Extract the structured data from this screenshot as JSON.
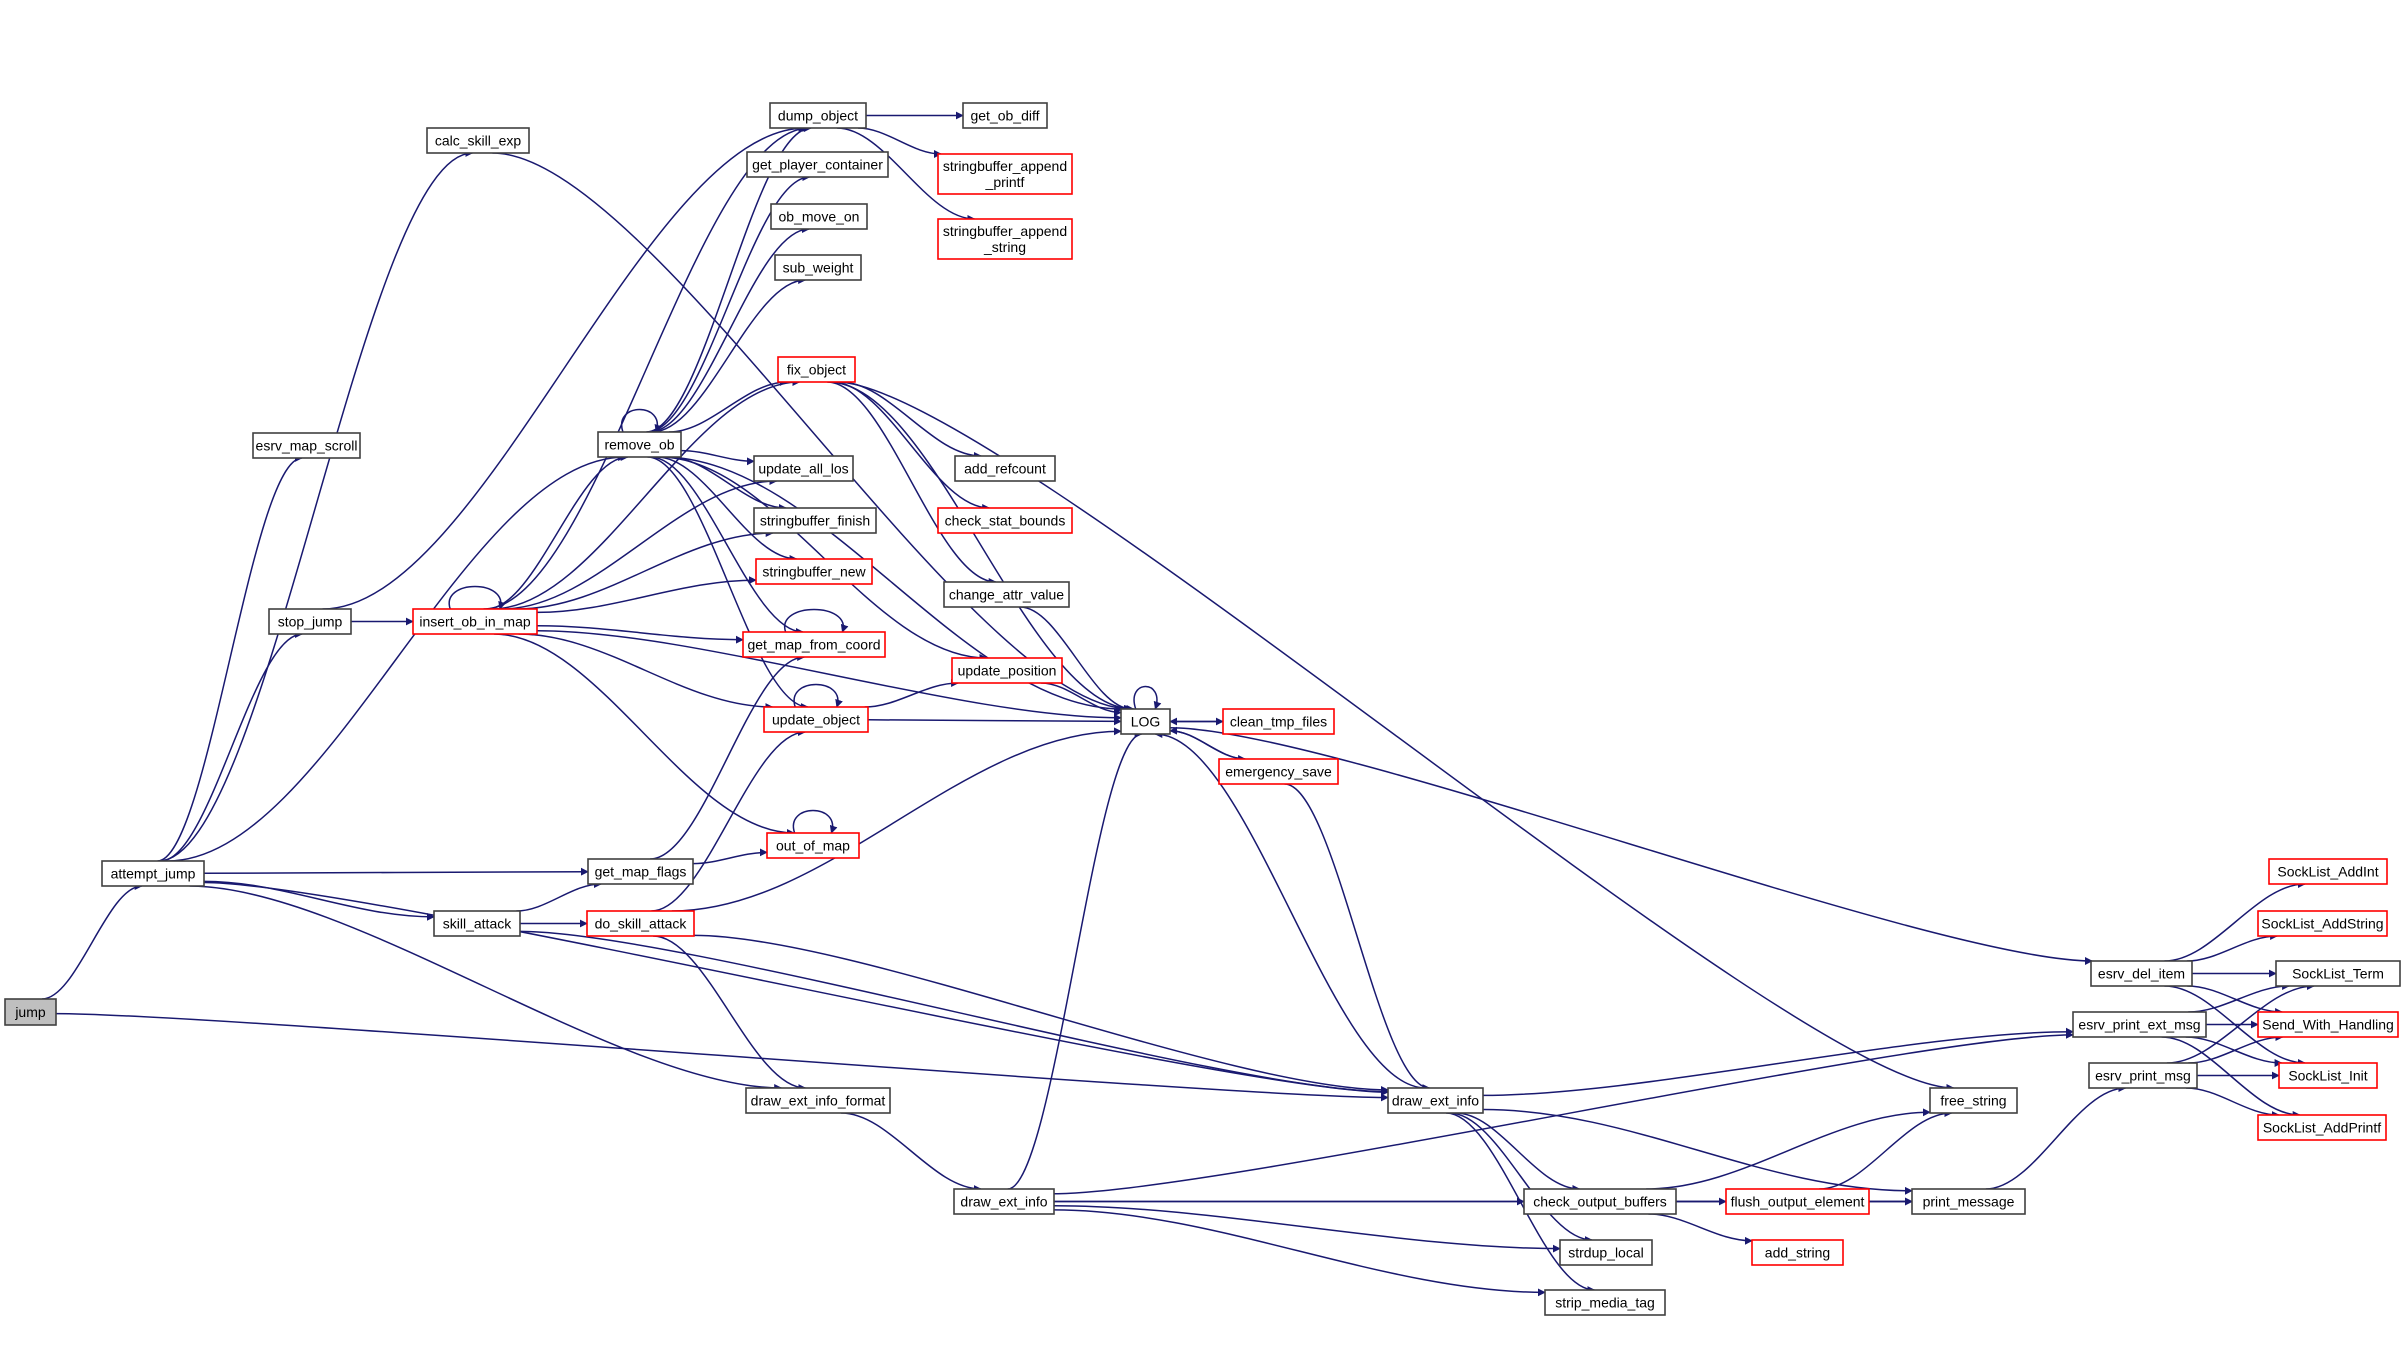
{
  "diagram": {
    "title": "Call graph for jump",
    "colors": {
      "edge": "#191970",
      "node_border_documented": "#404040",
      "node_border_undocumented": "#ff0000",
      "root_fill": "#bfbfbf",
      "node_fill": "#ffffff"
    },
    "nodes": [
      {
        "id": "jump",
        "label": [
          "jump"
        ],
        "kind": "root"
      },
      {
        "id": "attempt_jump",
        "label": [
          "attempt_jump"
        ],
        "kind": "normal"
      },
      {
        "id": "calc_skill_exp",
        "label": [
          "calc_skill_exp"
        ],
        "kind": "normal"
      },
      {
        "id": "esrv_map_scroll",
        "label": [
          "esrv_map_scroll"
        ],
        "kind": "normal"
      },
      {
        "id": "stop_jump",
        "label": [
          "stop_jump"
        ],
        "kind": "normal"
      },
      {
        "id": "insert_ob_in_map",
        "label": [
          "insert_ob_in_map"
        ],
        "kind": "red"
      },
      {
        "id": "remove_ob",
        "label": [
          "remove_ob"
        ],
        "kind": "normal"
      },
      {
        "id": "dump_object",
        "label": [
          "dump_object"
        ],
        "kind": "normal"
      },
      {
        "id": "get_ob_diff",
        "label": [
          "get_ob_diff"
        ],
        "kind": "normal"
      },
      {
        "id": "stringbuffer_append_printf",
        "label": [
          "stringbuffer_append",
          "_printf"
        ],
        "kind": "red"
      },
      {
        "id": "stringbuffer_append_string",
        "label": [
          "stringbuffer_append",
          "_string"
        ],
        "kind": "red"
      },
      {
        "id": "get_player_container",
        "label": [
          "get_player_container"
        ],
        "kind": "normal"
      },
      {
        "id": "ob_move_on",
        "label": [
          "ob_move_on"
        ],
        "kind": "normal"
      },
      {
        "id": "sub_weight",
        "label": [
          "sub_weight"
        ],
        "kind": "normal"
      },
      {
        "id": "fix_object",
        "label": [
          "fix_object"
        ],
        "kind": "red"
      },
      {
        "id": "add_refcount",
        "label": [
          "add_refcount"
        ],
        "kind": "normal"
      },
      {
        "id": "update_all_los",
        "label": [
          "update_all_los"
        ],
        "kind": "normal"
      },
      {
        "id": "check_stat_bounds",
        "label": [
          "check_stat_bounds"
        ],
        "kind": "red"
      },
      {
        "id": "stringbuffer_finish",
        "label": [
          "stringbuffer_finish"
        ],
        "kind": "normal"
      },
      {
        "id": "stringbuffer_new",
        "label": [
          "stringbuffer_new"
        ],
        "kind": "red"
      },
      {
        "id": "change_attr_value",
        "label": [
          "change_attr_value"
        ],
        "kind": "normal"
      },
      {
        "id": "get_map_from_coord",
        "label": [
          "get_map_from_coord"
        ],
        "kind": "red"
      },
      {
        "id": "update_position",
        "label": [
          "update_position"
        ],
        "kind": "red"
      },
      {
        "id": "update_object",
        "label": [
          "update_object"
        ],
        "kind": "red"
      },
      {
        "id": "LOG",
        "label": [
          "LOG"
        ],
        "kind": "normal"
      },
      {
        "id": "clean_tmp_files",
        "label": [
          "clean_tmp_files"
        ],
        "kind": "red"
      },
      {
        "id": "emergency_save",
        "label": [
          "emergency_save"
        ],
        "kind": "red"
      },
      {
        "id": "out_of_map",
        "label": [
          "out_of_map"
        ],
        "kind": "red"
      },
      {
        "id": "get_map_flags",
        "label": [
          "get_map_flags"
        ],
        "kind": "normal"
      },
      {
        "id": "skill_attack",
        "label": [
          "skill_attack"
        ],
        "kind": "normal"
      },
      {
        "id": "do_skill_attack",
        "label": [
          "do_skill_attack"
        ],
        "kind": "red"
      },
      {
        "id": "draw_ext_info_format",
        "label": [
          "draw_ext_info_format"
        ],
        "kind": "normal"
      },
      {
        "id": "draw_ext_info_a",
        "label": [
          "draw_ext_info"
        ],
        "kind": "normal"
      },
      {
        "id": "draw_ext_info_b",
        "label": [
          "draw_ext_info"
        ],
        "kind": "normal"
      },
      {
        "id": "free_string",
        "label": [
          "free_string"
        ],
        "kind": "normal"
      },
      {
        "id": "check_output_buffers",
        "label": [
          "check_output_buffers"
        ],
        "kind": "normal"
      },
      {
        "id": "flush_output_element",
        "label": [
          "flush_output_element"
        ],
        "kind": "red"
      },
      {
        "id": "print_message",
        "label": [
          "print_message"
        ],
        "kind": "normal"
      },
      {
        "id": "strdup_local",
        "label": [
          "strdup_local"
        ],
        "kind": "normal"
      },
      {
        "id": "add_string",
        "label": [
          "add_string"
        ],
        "kind": "red"
      },
      {
        "id": "strip_media_tag",
        "label": [
          "strip_media_tag"
        ],
        "kind": "normal"
      },
      {
        "id": "esrv_del_item",
        "label": [
          "esrv_del_item"
        ],
        "kind": "normal"
      },
      {
        "id": "esrv_print_ext_msg",
        "label": [
          "esrv_print_ext_msg"
        ],
        "kind": "normal"
      },
      {
        "id": "esrv_print_msg",
        "label": [
          "esrv_print_msg"
        ],
        "kind": "normal"
      },
      {
        "id": "SockList_AddInt",
        "label": [
          "SockList_AddInt"
        ],
        "kind": "red"
      },
      {
        "id": "SockList_AddString",
        "label": [
          "SockList_AddString"
        ],
        "kind": "red"
      },
      {
        "id": "SockList_Term",
        "label": [
          "SockList_Term"
        ],
        "kind": "normal"
      },
      {
        "id": "Send_With_Handling",
        "label": [
          "Send_With_Handling"
        ],
        "kind": "red"
      },
      {
        "id": "SockList_Init",
        "label": [
          "SockList_Init"
        ],
        "kind": "red"
      },
      {
        "id": "SockList_AddPrintf",
        "label": [
          "SockList_AddPrintf"
        ],
        "kind": "red"
      }
    ],
    "edges": [
      [
        "jump",
        "attempt_jump"
      ],
      [
        "jump",
        "draw_ext_info_a"
      ],
      [
        "attempt_jump",
        "calc_skill_exp"
      ],
      [
        "attempt_jump",
        "esrv_map_scroll"
      ],
      [
        "attempt_jump",
        "stop_jump"
      ],
      [
        "attempt_jump",
        "remove_ob"
      ],
      [
        "attempt_jump",
        "get_map_flags"
      ],
      [
        "attempt_jump",
        "skill_attack"
      ],
      [
        "attempt_jump",
        "draw_ext_info_format"
      ],
      [
        "attempt_jump",
        "draw_ext_info_a"
      ],
      [
        "calc_skill_exp",
        "LOG"
      ],
      [
        "stop_jump",
        "insert_ob_in_map"
      ],
      [
        "stop_jump",
        "dump_object"
      ],
      [
        "insert_ob_in_map",
        "insert_ob_in_map"
      ],
      [
        "insert_ob_in_map",
        "remove_ob"
      ],
      [
        "insert_ob_in_map",
        "update_all_los"
      ],
      [
        "insert_ob_in_map",
        "stringbuffer_finish"
      ],
      [
        "insert_ob_in_map",
        "stringbuffer_new"
      ],
      [
        "insert_ob_in_map",
        "get_map_from_coord"
      ],
      [
        "insert_ob_in_map",
        "update_object"
      ],
      [
        "insert_ob_in_map",
        "LOG"
      ],
      [
        "insert_ob_in_map",
        "out_of_map"
      ],
      [
        "insert_ob_in_map",
        "fix_object"
      ],
      [
        "insert_ob_in_map",
        "dump_object"
      ],
      [
        "remove_ob",
        "remove_ob"
      ],
      [
        "remove_ob",
        "dump_object"
      ],
      [
        "remove_ob",
        "get_player_container"
      ],
      [
        "remove_ob",
        "ob_move_on"
      ],
      [
        "remove_ob",
        "sub_weight"
      ],
      [
        "remove_ob",
        "fix_object"
      ],
      [
        "remove_ob",
        "update_all_los"
      ],
      [
        "remove_ob",
        "stringbuffer_finish"
      ],
      [
        "remove_ob",
        "stringbuffer_new"
      ],
      [
        "remove_ob",
        "get_map_from_coord"
      ],
      [
        "remove_ob",
        "update_object"
      ],
      [
        "remove_ob",
        "LOG"
      ],
      [
        "remove_ob",
        "update_position"
      ],
      [
        "dump_object",
        "get_ob_diff"
      ],
      [
        "dump_object",
        "stringbuffer_append_printf"
      ],
      [
        "dump_object",
        "stringbuffer_append_string"
      ],
      [
        "fix_object",
        "add_refcount"
      ],
      [
        "fix_object",
        "check_stat_bounds"
      ],
      [
        "fix_object",
        "change_attr_value"
      ],
      [
        "fix_object",
        "LOG"
      ],
      [
        "fix_object",
        "free_string"
      ],
      [
        "change_attr_value",
        "LOG"
      ],
      [
        "get_map_from_coord",
        "get_map_from_coord"
      ],
      [
        "update_object",
        "update_object"
      ],
      [
        "update_object",
        "update_position"
      ],
      [
        "update_object",
        "LOG"
      ],
      [
        "update_position",
        "LOG"
      ],
      [
        "LOG",
        "LOG"
      ],
      [
        "LOG",
        "emergency_save"
      ],
      [
        "clean_tmp_files",
        "LOG"
      ],
      [
        "LOG",
        "clean_tmp_files"
      ],
      [
        "emergency_save",
        "LOG"
      ],
      [
        "emergency_save",
        "draw_ext_info_a"
      ],
      [
        "out_of_map",
        "out_of_map"
      ],
      [
        "get_map_flags",
        "out_of_map"
      ],
      [
        "get_map_flags",
        "get_map_from_coord"
      ],
      [
        "skill_attack",
        "get_map_flags"
      ],
      [
        "skill_attack",
        "do_skill_attack"
      ],
      [
        "skill_attack",
        "draw_ext_info_a"
      ],
      [
        "do_skill_attack",
        "update_object"
      ],
      [
        "do_skill_attack",
        "LOG"
      ],
      [
        "do_skill_attack",
        "draw_ext_info_format"
      ],
      [
        "do_skill_attack",
        "draw_ext_info_a"
      ],
      [
        "draw_ext_info_format",
        "draw_ext_info_b"
      ],
      [
        "draw_ext_info_b",
        "LOG"
      ],
      [
        "draw_ext_info_b",
        "esrv_print_ext_msg"
      ],
      [
        "draw_ext_info_b",
        "check_output_buffers"
      ],
      [
        "draw_ext_info_b",
        "strdup_local"
      ],
      [
        "draw_ext_info_b",
        "strip_media_tag"
      ],
      [
        "draw_ext_info_b",
        "print_message"
      ],
      [
        "draw_ext_info_a",
        "LOG"
      ],
      [
        "draw_ext_info_a",
        "esrv_print_ext_msg"
      ],
      [
        "draw_ext_info_a",
        "check_output_buffers"
      ],
      [
        "draw_ext_info_a",
        "strdup_local"
      ],
      [
        "draw_ext_info_a",
        "strip_media_tag"
      ],
      [
        "draw_ext_info_a",
        "print_message"
      ],
      [
        "check_output_buffers",
        "free_string"
      ],
      [
        "check_output_buffers",
        "flush_output_element"
      ],
      [
        "check_output_buffers",
        "add_string"
      ],
      [
        "check_output_buffers",
        "print_message"
      ],
      [
        "flush_output_element",
        "free_string"
      ],
      [
        "flush_output_element",
        "print_message"
      ],
      [
        "print_message",
        "esrv_print_msg"
      ],
      [
        "LOG",
        "esrv_del_item"
      ],
      [
        "esrv_del_item",
        "SockList_AddInt"
      ],
      [
        "esrv_del_item",
        "SockList_AddString"
      ],
      [
        "esrv_del_item",
        "SockList_Term"
      ],
      [
        "esrv_del_item",
        "Send_With_Handling"
      ],
      [
        "esrv_del_item",
        "SockList_Init"
      ],
      [
        "esrv_print_ext_msg",
        "SockList_Term"
      ],
      [
        "esrv_print_ext_msg",
        "Send_With_Handling"
      ],
      [
        "esrv_print_ext_msg",
        "SockList_Init"
      ],
      [
        "esrv_print_ext_msg",
        "SockList_AddPrintf"
      ],
      [
        "esrv_print_msg",
        "SockList_Term"
      ],
      [
        "esrv_print_msg",
        "Send_With_Handling"
      ],
      [
        "esrv_print_msg",
        "SockList_Init"
      ],
      [
        "esrv_print_msg",
        "SockList_AddPrintf"
      ]
    ]
  }
}
